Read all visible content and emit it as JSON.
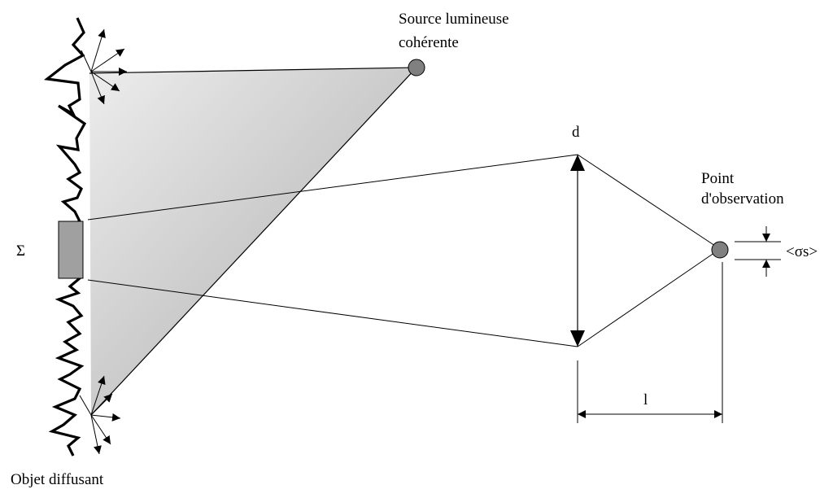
{
  "labels": {
    "source_line1": "Source lumineuse",
    "source_line2": "cohérente",
    "aperture": "d",
    "observation_line1": "Point",
    "observation_line2": "d'observation",
    "speckle_size": "<σs>",
    "sigma": "Σ",
    "distance": "l",
    "object": "Objet diffusant"
  }
}
